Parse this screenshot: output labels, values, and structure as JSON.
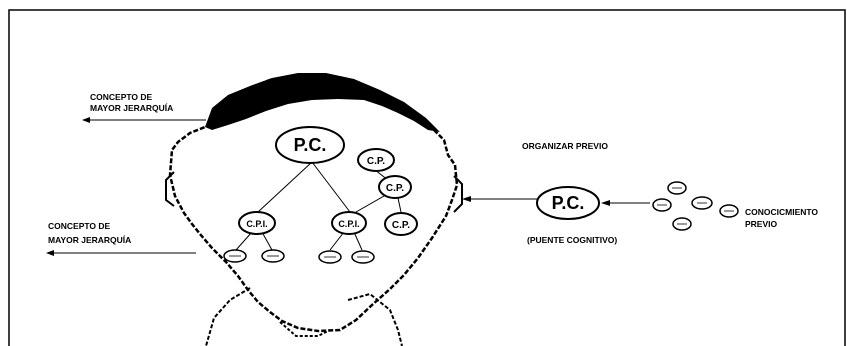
{
  "labels": {
    "concept_top_line1": "CONCEPTO DE",
    "concept_top_line2": "MAYOR JERARQUÍA",
    "concept_bottom_line1": "CONCEPTO DE",
    "concept_bottom_line2": "MAYOR JERARQUÍA",
    "organizar": "ORGANIZAR PREVIO",
    "puente": "(PUENTE COGNITIVO)",
    "conocimiento_line1": "CONOCICMIENTO",
    "conocimiento_line2": "PREVIO"
  },
  "nodes": {
    "pc_head": "P.C.",
    "cp_top": "C.P.",
    "cp_mid": "C.P.",
    "cp_right": "C.P.",
    "cpi_left": "C.P.I.",
    "cpi_right": "C.P.I.",
    "pc_outside": "P.C."
  },
  "colors": {
    "ink": "#000000",
    "hair": "#000000",
    "background": "#ffffff"
  }
}
